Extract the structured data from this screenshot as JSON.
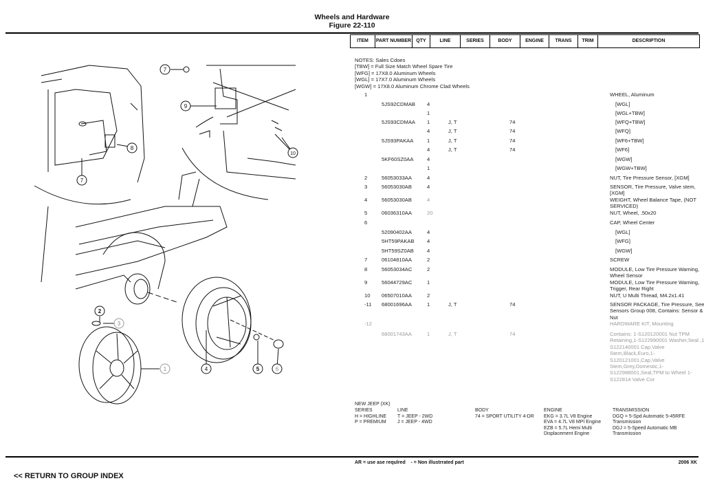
{
  "header": {
    "title": "Wheels and Hardware",
    "figure": "Figure 22-110"
  },
  "table": {
    "columns": [
      "ITEM",
      "PART NUMBER",
      "QTY",
      "LINE",
      "SERIES",
      "BODY",
      "ENGINE",
      "TRANS",
      "TRIM",
      "DESCRIPTION"
    ],
    "notes": [
      "NOTES: Sales Cdoes",
      "[TBW] = Full Size Match Wheel Spare Tire",
      "[WFG] = 17X8.0 Aluminum Wheels",
      "[WGL] = 17X7.0 Aluminum Wheels",
      "[WGW] = 17X8.0 Aluminum Chrome Clad Wheels"
    ],
    "rows": [
      {
        "item": "1",
        "part": "",
        "qty": "",
        "line": "",
        "body": "",
        "desc": "WHEEL, Aluminum"
      },
      {
        "item": "",
        "part": "5JS92CDMAB",
        "qty": "4",
        "line": "",
        "body": "",
        "desc": "[WGL]"
      },
      {
        "item": "",
        "part": "",
        "qty": "1",
        "line": "",
        "body": "",
        "desc": "[WGL+TBW]"
      },
      {
        "item": "",
        "part": "5JS93CDMAA",
        "qty": "1",
        "line": "J, T",
        "body": "74",
        "desc": "[WFQ+TBW]"
      },
      {
        "item": "",
        "part": "",
        "qty": "4",
        "line": "J, T",
        "body": "74",
        "desc": "[WFQ]"
      },
      {
        "item": "",
        "part": "5JS93PAKAA",
        "qty": "1",
        "line": "J, T",
        "body": "74",
        "desc": "[WF6+TBW]"
      },
      {
        "item": "",
        "part": "",
        "qty": "4",
        "line": "J, T",
        "body": "74",
        "desc": "[WF6]"
      },
      {
        "item": "",
        "part": "5KF60SZ0AA",
        "qty": "4",
        "line": "",
        "body": "",
        "desc": "[WGW]"
      },
      {
        "item": "",
        "part": "",
        "qty": "1",
        "line": "",
        "body": "",
        "desc": "[WGW+TBW]"
      },
      {
        "item": "2",
        "part": "56053033AA",
        "qty": "4",
        "line": "",
        "body": "",
        "desc": "NUT, Tire Pressure Sensor, [XGM]"
      },
      {
        "item": "3",
        "part": "56053030AB",
        "qty": "4",
        "line": "",
        "body": "",
        "desc": "SENSOR, Tire Pressure, Valve stem, [XGM]"
      },
      {
        "item": "4",
        "part": "56053030AB",
        "qty": "4",
        "line": "",
        "body": "",
        "desc": "WEIGHT, Wheel Balance Tape, (NOT SERVICED)"
      },
      {
        "item": "5",
        "part": "06036310AA",
        "qty": "20",
        "line": "",
        "body": "",
        "desc": "NUT, Wheel, .50x20"
      },
      {
        "item": "6",
        "part": "",
        "qty": "",
        "line": "",
        "body": "",
        "desc": "CAP, Wheel Center"
      },
      {
        "item": "",
        "part": "52090402AA",
        "qty": "4",
        "line": "",
        "body": "",
        "desc": "[WGL]"
      },
      {
        "item": "",
        "part": "5HT59PAKAB",
        "qty": "4",
        "line": "",
        "body": "",
        "desc": "[WFG]"
      },
      {
        "item": "",
        "part": "5HT59SZ0AB",
        "qty": "4",
        "line": "",
        "body": "",
        "desc": "[WGW]"
      },
      {
        "item": "7",
        "part": "06104810AA",
        "qty": "2",
        "line": "",
        "body": "",
        "desc": "SCREW"
      },
      {
        "item": "8",
        "part": "56053034AC",
        "qty": "2",
        "line": "",
        "body": "",
        "desc": "MODULE, Low Tire Pressure Warning, Wheel Sensor"
      },
      {
        "item": "9",
        "part": "56044729AC",
        "qty": "1",
        "line": "",
        "body": "",
        "desc": "MODULE, Low Tire Pressure Warning, Trigger, Rear Right"
      },
      {
        "item": "10",
        "part": "06507010AA",
        "qty": "2",
        "line": "",
        "body": "",
        "desc": "NUT, U Multi Thread, M4.2x1.41"
      },
      {
        "item": "-11",
        "part": "68001696AA",
        "qty": "1",
        "line": "J, T",
        "body": "74",
        "desc": "SENSOR PACKAGE, Tire Pressure, See Sensors Group 008, Contains: Sensor & Nut"
      },
      {
        "item": "-12",
        "part": "",
        "qty": "",
        "line": "",
        "body": "",
        "desc": "HARDWARE KIT, Mounting"
      },
      {
        "item": "",
        "part": "68001743AA",
        "qty": "1",
        "line": "J, T",
        "body": "74",
        "desc": "Contains: 1-S120120001 Nut TPM Retaining,1-S122990001 Washer,Seal ,1-S122140001 Cap,Valve Stem,Black,Euro,1-S120121001,Cap,Valve Stem,Grey,Domestic,1-S122988001,Seal,TPM to Wheel 1-S122814 Valve Cor"
      }
    ]
  },
  "legend": {
    "model": "NEW JEEP (XK)",
    "series_label": "SERIES",
    "series": [
      "H = HIGHLINE",
      "P = PREMIUM"
    ],
    "line_label": "LINE",
    "line": [
      "T = JEEP - 2WD",
      "J = JEEP - 4WD"
    ],
    "body_label": "BODY",
    "body": [
      "74 = SPORT UTILITY 4-DR"
    ],
    "engine_label": "ENGINE",
    "engine": [
      "EKG = 3.7L V8 Engine",
      "EVA = 4.7L V8 MPI Engine",
      "EZB = 5.7L Hemi Multi Displacement Engine"
    ],
    "trans_label": "TRANSMISSION",
    "trans": [
      "DGQ = 5-Spd Automatic 5-45RFE Transmission",
      "DGJ = 5-Speed Automatic MB Transmission"
    ]
  },
  "footer": {
    "note": "AR = use ase requlred    - = Non illustrrated part",
    "year_model": "2006  XK",
    "return_link": "<< RETURN TO GROUP INDEX"
  },
  "diagram": {
    "callouts": [
      "7",
      "9",
      "8",
      "7",
      "10",
      "2",
      "3",
      "1",
      "4",
      "5",
      "6"
    ]
  }
}
